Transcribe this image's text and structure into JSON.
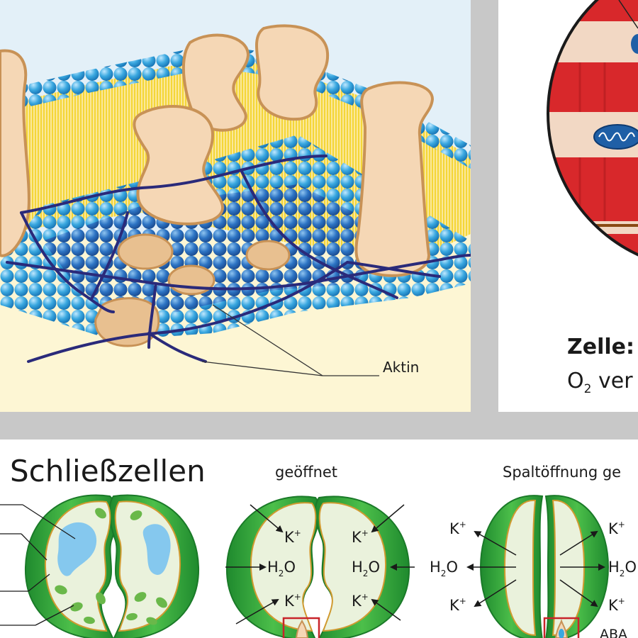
{
  "membrane": {
    "label": "Aktin"
  },
  "cell": {
    "title": "Zelle:",
    "subtitle_o": "O",
    "subtitle_sub": "2",
    "subtitle_rest": " ver"
  },
  "guard": {
    "title": "Schließzellen",
    "open_label": "geöffnet",
    "closed_label": "Spaltöffnung ge",
    "ion_k": "K",
    "ion_plus": "+",
    "water_h": "H",
    "water_sub": "2",
    "water_o": "O",
    "aba": "ABA"
  },
  "colors": {
    "sky": "#e3f0f8",
    "cytoplasm": "#fdf6d4",
    "lipid_head": "#3aa8e0",
    "lipid_tail": "#f2d21e",
    "protein": "#f5d7b5",
    "protein_edge": "#c89256",
    "actin": "#2a2a7a",
    "muscle_red": "#d8282b",
    "guard_green": "#3cac3c",
    "guard_inner": "#eaf2dc",
    "vacuole": "#85c8ee",
    "chloroplast": "#6ab84a"
  }
}
